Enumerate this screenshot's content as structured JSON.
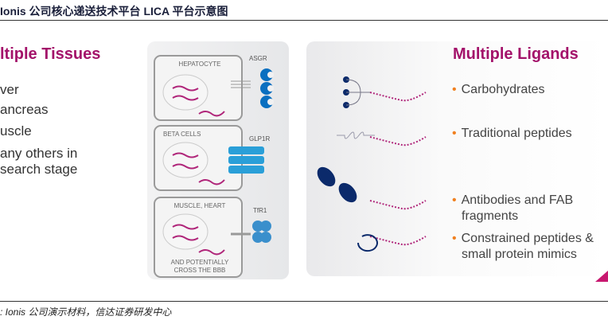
{
  "title": "Ionis 公司核心递送技术平台 LICA 平台示意图",
  "left": {
    "heading": "ltiple Tissues",
    "items": [
      "ver",
      "ancreas",
      "uscle",
      "any others in",
      "search stage"
    ]
  },
  "cells": [
    {
      "label": "HEPATOCYTE",
      "receptor": "ASGR"
    },
    {
      "label": "BETA CELLS",
      "receptor": "GLP1R"
    },
    {
      "label": "MUSCLE, HEART",
      "label2": "AND POTENTIALLY",
      "label3": "CROSS THE BBB",
      "receptor": "TfR1"
    }
  ],
  "right": {
    "heading": "Multiple Ligands",
    "items": [
      {
        "bullet": "•",
        "text": "Carbohydrates"
      },
      {
        "bullet": "•",
        "text": "Traditional peptides"
      },
      {
        "bullet": "•",
        "text": "Antibodies and FAB",
        "text2": "fragments"
      },
      {
        "bullet": "•",
        "text": "Constrained peptides &",
        "text2": "small protein mimics"
      }
    ]
  },
  "footer": ": Ionis 公司演示材料，信达证券研发中心",
  "colors": {
    "accent": "#a3126a",
    "bullet": "#f08020",
    "navy": "#0b2a6b",
    "blue": "#2a9fd8"
  }
}
